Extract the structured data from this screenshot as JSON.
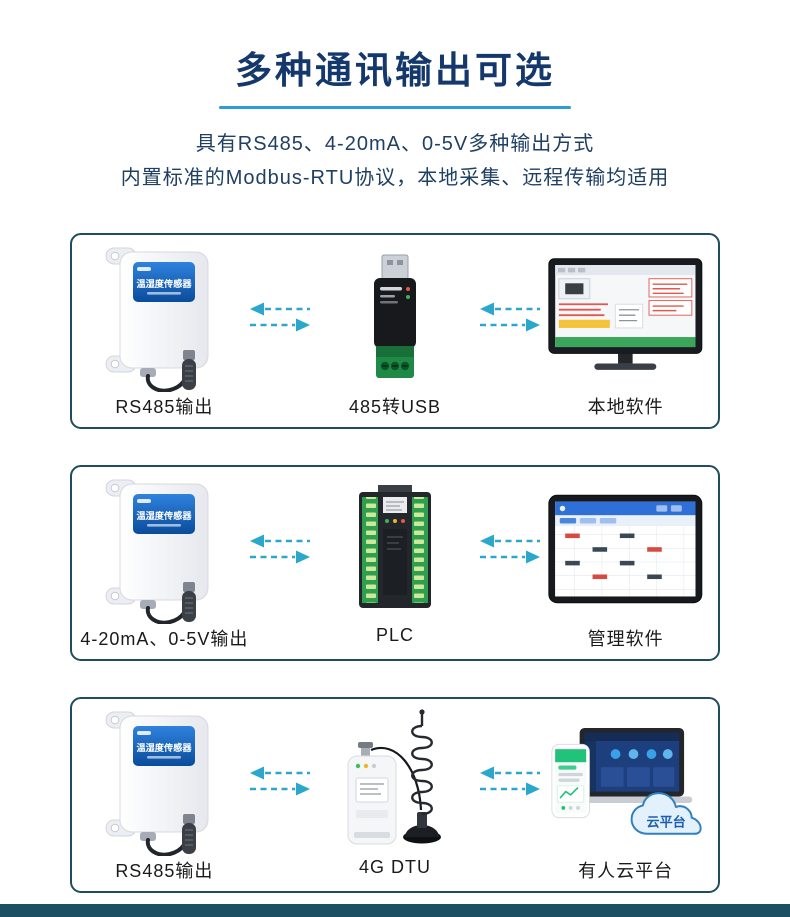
{
  "header": {
    "title": "多种通讯输出可选",
    "subtitle_line1": "具有RS485、4-20mA、0-5V多种输出方式",
    "subtitle_line2": "内置标准的Modbus-RTU协议，本地采集、远程传输均适用"
  },
  "sensor": {
    "label": "温湿度传感器"
  },
  "rows": [
    {
      "left_label": "RS485输出",
      "middle_label": "485转USB",
      "right_label": "本地软件"
    },
    {
      "left_label": "4-20mA、0-5V输出",
      "middle_label": "PLC",
      "right_label": "管理软件"
    },
    {
      "left_label": "RS485输出",
      "middle_label": "4G DTU",
      "right_label": "有人云平台"
    }
  ],
  "cloud_label": "云平台",
  "colors": {
    "title_navy": "#14386b",
    "underline_blue": "#2d9bd5",
    "card_border_teal": "#204d5e",
    "arrow_teal": "#2aa7cb",
    "sensor_label_blue": "#0b4c9c",
    "footer_teal": "#1d4f63"
  }
}
